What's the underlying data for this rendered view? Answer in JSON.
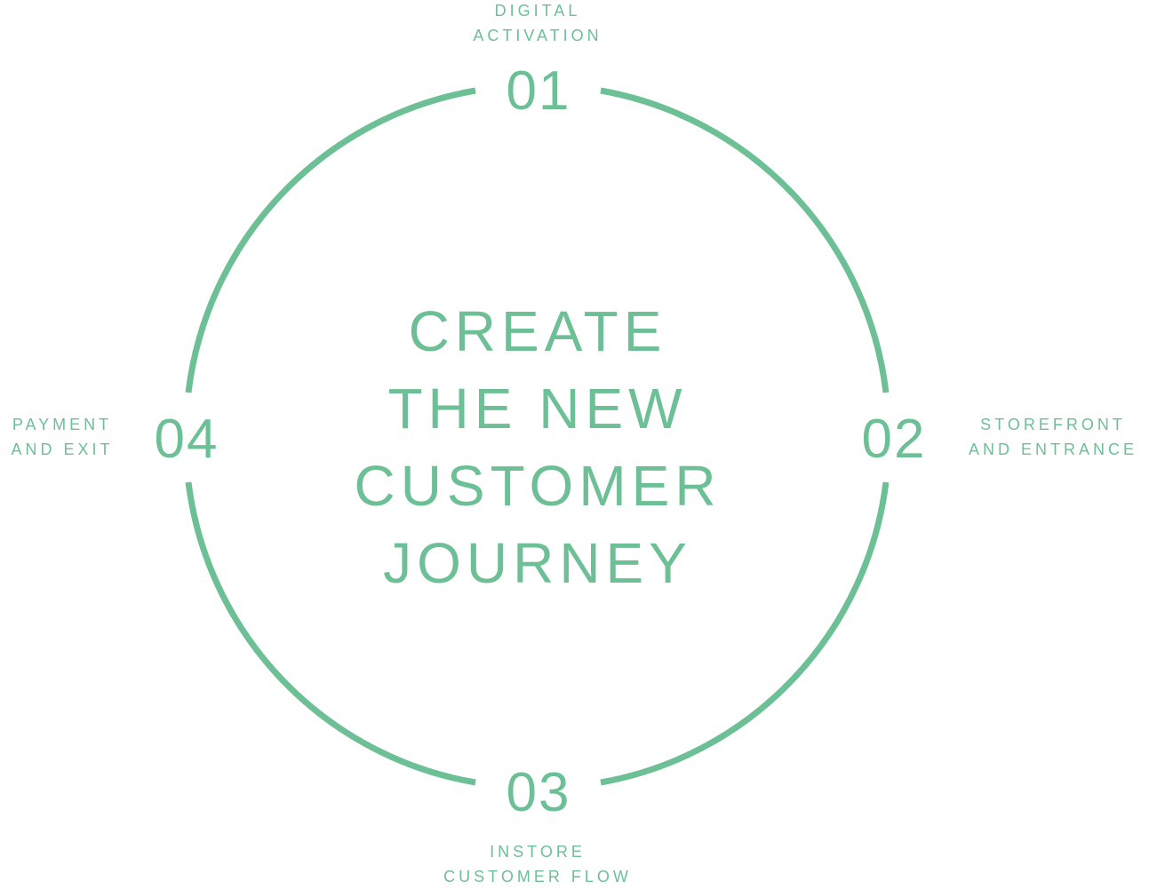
{
  "accent_color": "#6dbf95",
  "center": {
    "lines": [
      "CREATE",
      "THE NEW",
      "CUSTOMER",
      "JOURNEY"
    ]
  },
  "steps": [
    {
      "number": "01",
      "label": [
        "DIGITAL",
        "ACTIVATION"
      ]
    },
    {
      "number": "02",
      "label": [
        "STOREFRONT",
        "AND ENTRANCE"
      ]
    },
    {
      "number": "03",
      "label": [
        "INSTORE",
        "CUSTOMER FLOW"
      ]
    },
    {
      "number": "04",
      "label": [
        "PAYMENT",
        "AND EXIT"
      ]
    }
  ]
}
